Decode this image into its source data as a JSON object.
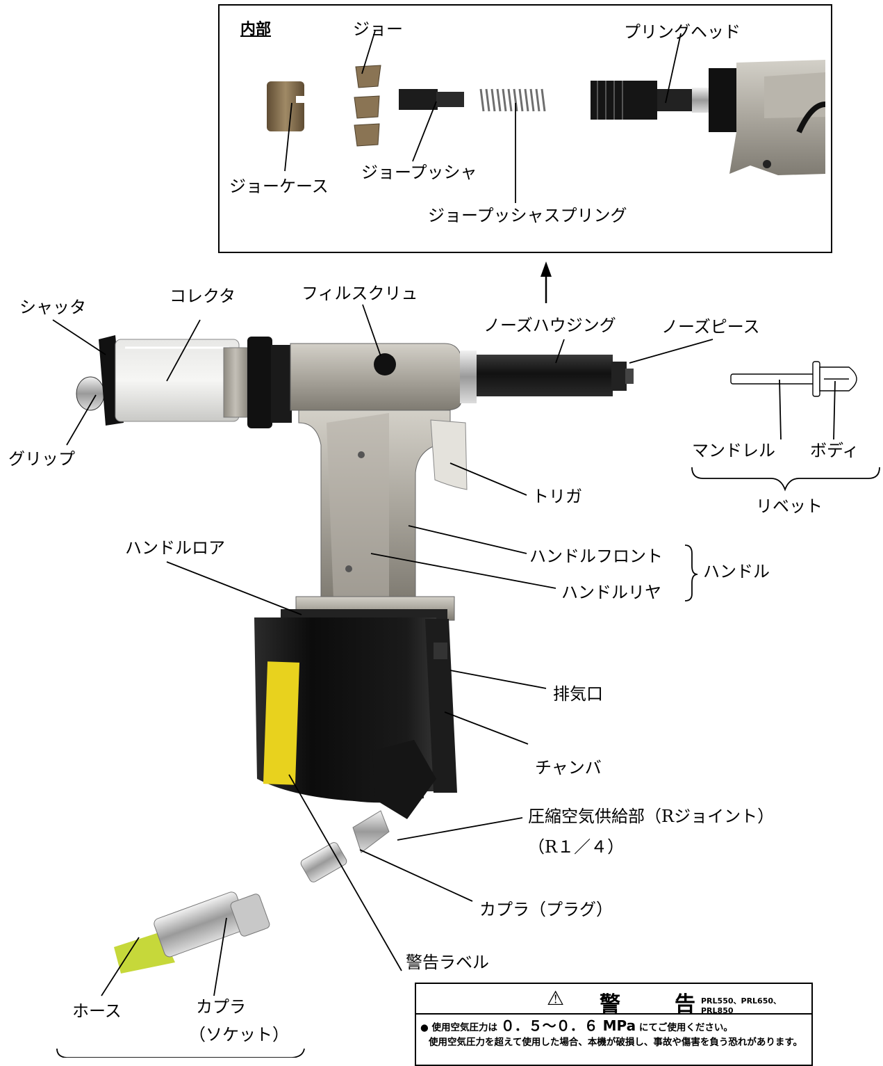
{
  "inset": {
    "title": "内部",
    "labels": {
      "jaw": "ジョー",
      "pulling_head": "プリングヘッド",
      "jaw_case": "ジョーケース",
      "jaw_pusher": "ジョープッシャ",
      "jaw_pusher_spring": "ジョープッシャスプリング"
    }
  },
  "labels": {
    "shutter": "シャッタ",
    "collector": "コレクタ",
    "fill_screw": "フィルスクリュ",
    "nose_housing": "ノーズハウジング",
    "nose_piece": "ノーズピース",
    "grip": "グリップ",
    "mandrel": "マンドレル",
    "body": "ボディ",
    "rivet": "リベット",
    "trigger": "トリガ",
    "handle_lower": "ハンドルロア",
    "handle_front": "ハンドルフロント",
    "handle_rear": "ハンドルリヤ",
    "handle": "ハンドル",
    "exhaust": "排気口",
    "chamber": "チャンバ",
    "air_supply": "圧縮空気供給部（Rジョイント）",
    "air_supply_size": "（R１／４）",
    "coupler_plug": "カプラ（プラグ）",
    "warning_label": "警告ラベル",
    "hose": "ホース",
    "coupler_socket_1": "カプラ",
    "coupler_socket_2": "（ソケット）"
  },
  "warning": {
    "symbol": "⚠",
    "title_1": "警",
    "title_2": "告",
    "models": "PRL550、PRL650、PRL850",
    "line1_a": "● 使用空気圧力は",
    "line1_value": "０．５～０．６ MPa",
    "line1_b": "にてご使用ください。",
    "line2": "使用空気圧力を超えて使用した場合、本機が破損し、事故や傷害を負う恐れがあります。"
  },
  "colors": {
    "tool_body": "#a9a59c",
    "black_parts": "#141414",
    "hose": "#c6d83a",
    "label_yellow": "#e8d21e",
    "jaw_bronze": "#8a7454"
  }
}
